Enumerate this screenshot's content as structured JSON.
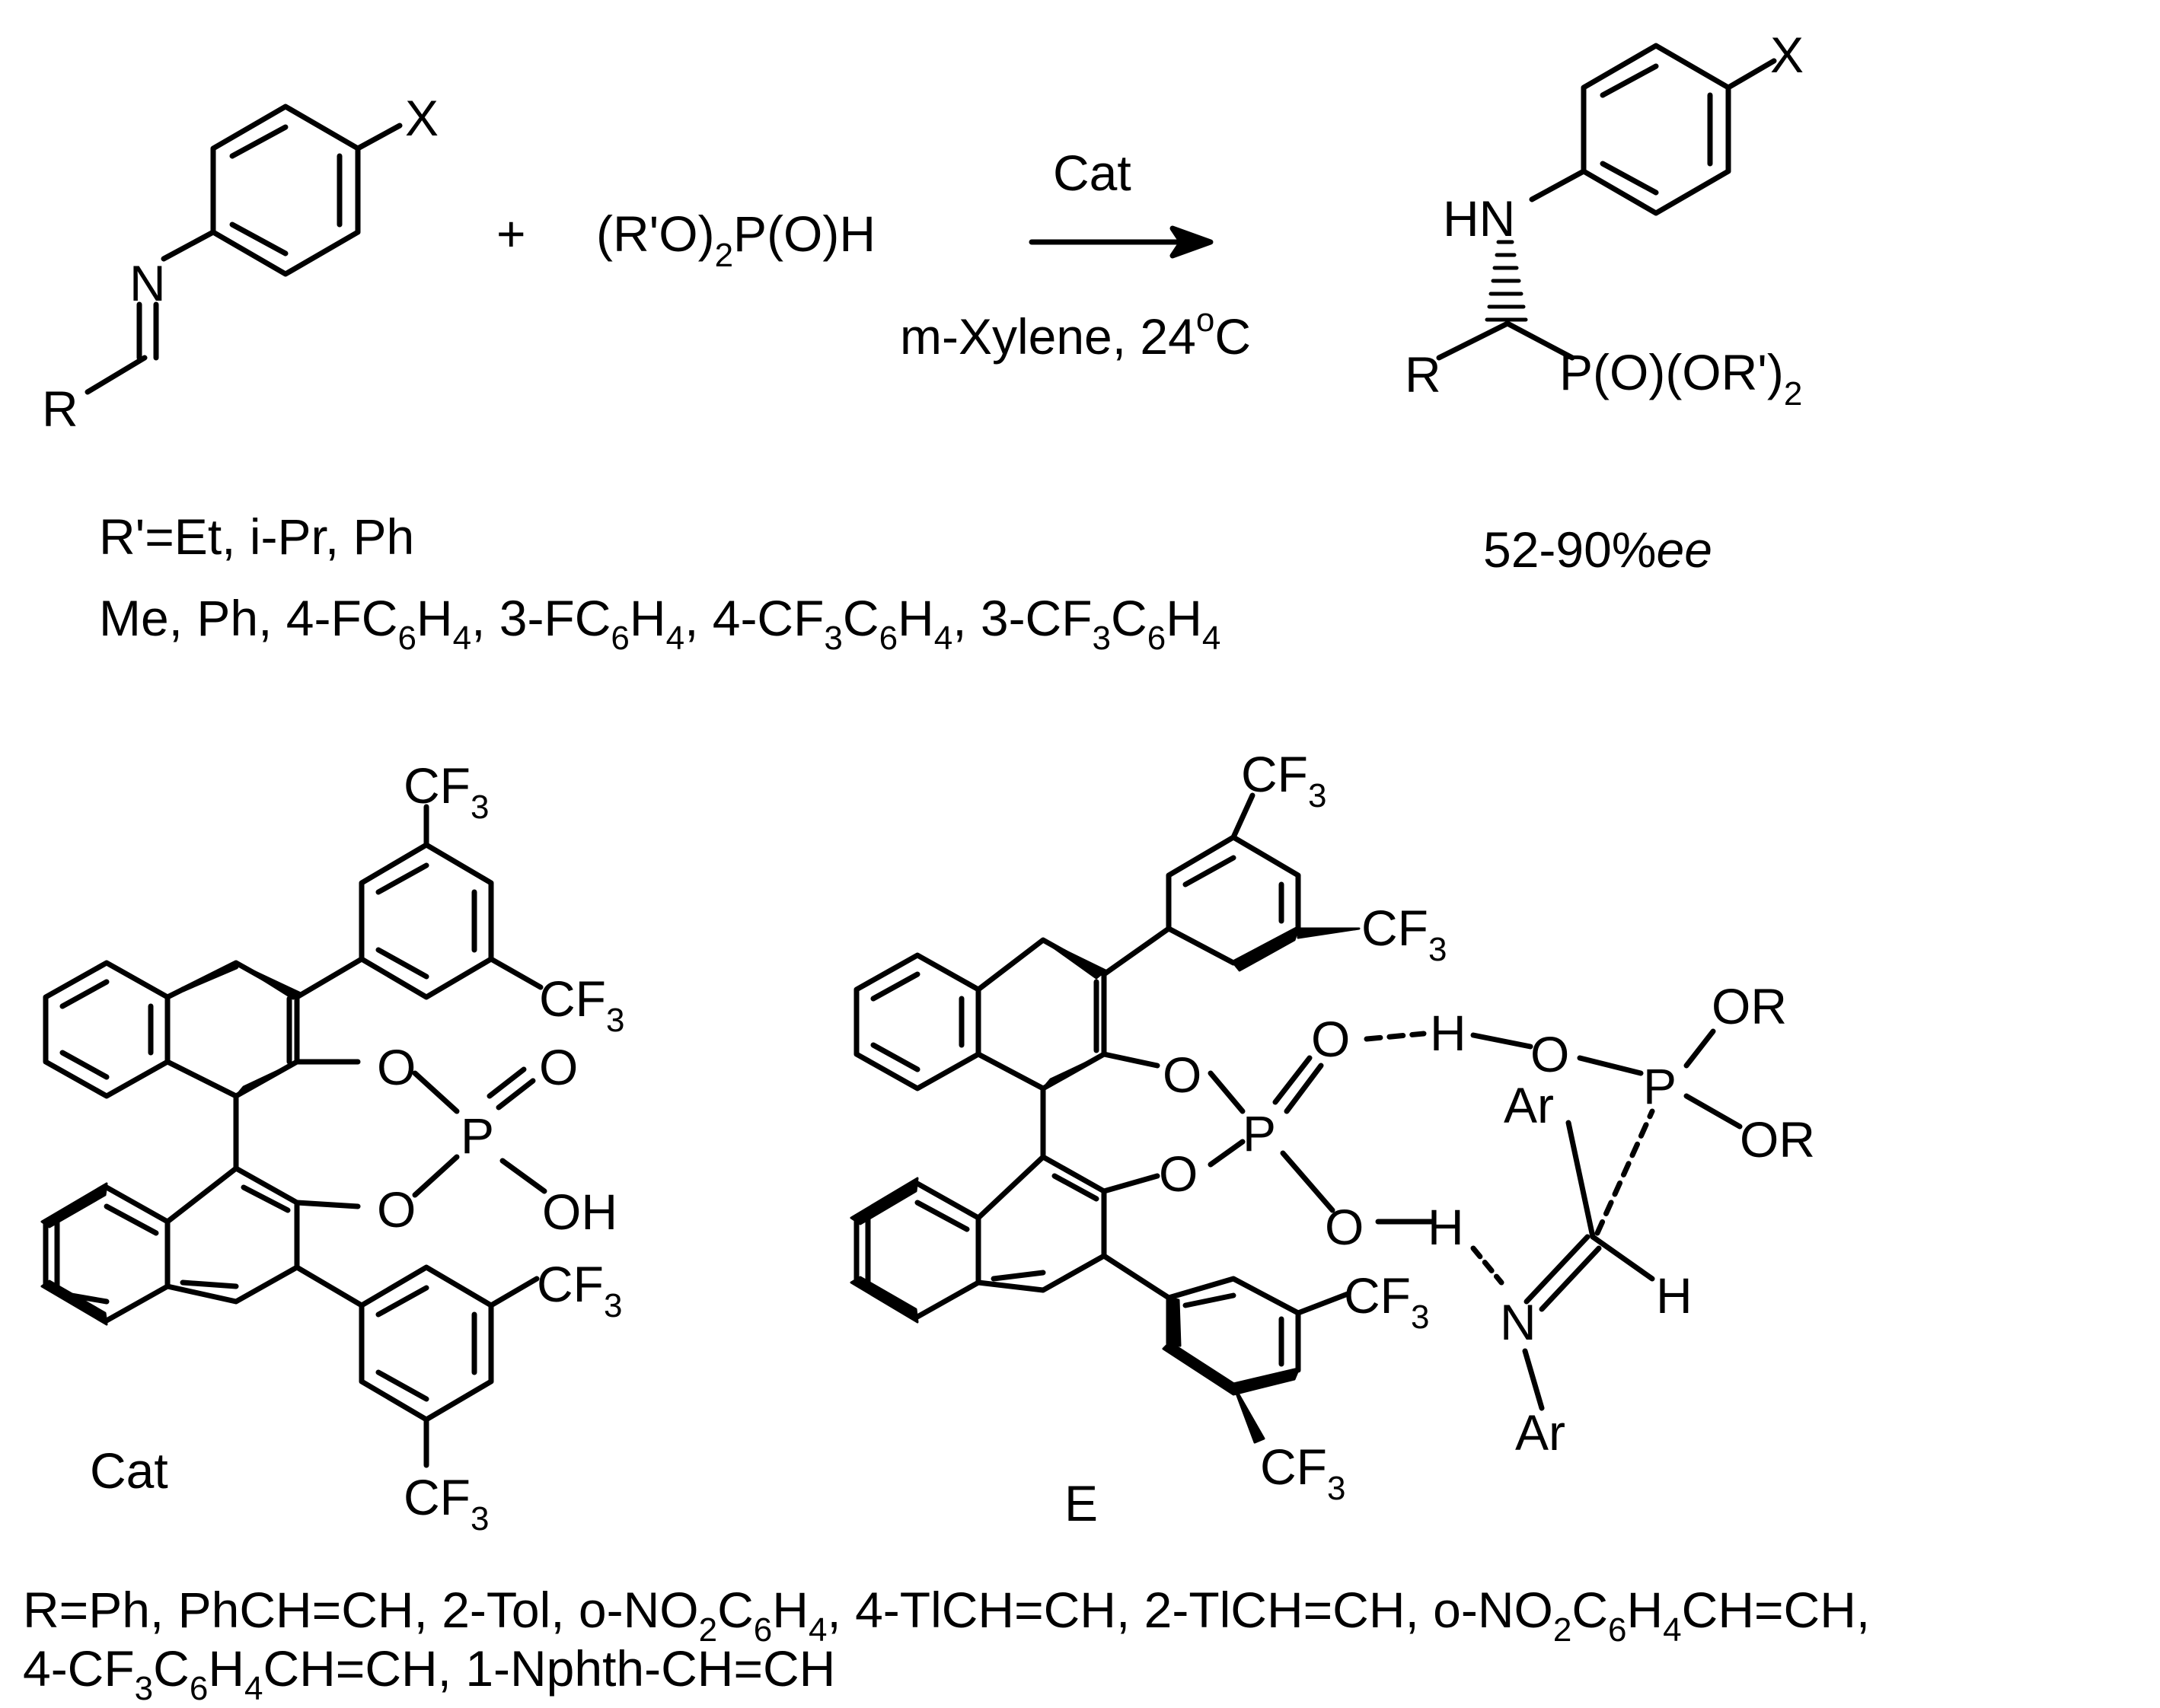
{
  "reaction": {
    "plus": "+",
    "phosphite": {
      "a": "(R'O)",
      "a_sub": "2",
      "b": "P(O)H"
    },
    "cat_label": "Cat",
    "conditions": {
      "a": "m-Xylene, 24",
      "sup": "o",
      "b": "C"
    },
    "ee": {
      "num": "52-90%",
      "unit": "ee"
    },
    "rprime_line": "R'=Et, i-Pr, Ph",
    "substituent_line": [
      {
        "t": "Me, Ph, 4-FC"
      },
      {
        "t": "6",
        "sub": true
      },
      {
        "t": "H"
      },
      {
        "t": "4",
        "sub": true
      },
      {
        "t": ", 3-FC"
      },
      {
        "t": "6",
        "sub": true
      },
      {
        "t": "H"
      },
      {
        "t": "4",
        "sub": true
      },
      {
        "t": ", 4-CF"
      },
      {
        "t": "3",
        "sub": true
      },
      {
        "t": "C"
      },
      {
        "t": "6",
        "sub": true
      },
      {
        "t": "H"
      },
      {
        "t": "4",
        "sub": true
      },
      {
        "t": ", 3-CF"
      },
      {
        "t": "3",
        "sub": true
      },
      {
        "t": "C"
      },
      {
        "t": "6",
        "sub": true
      },
      {
        "t": "H"
      },
      {
        "t": "4",
        "sub": true
      }
    ],
    "r_line1": [
      {
        "t": "R=Ph, PhCH=CH, 2-Tol, o-NO"
      },
      {
        "t": "2",
        "sub": true
      },
      {
        "t": "C"
      },
      {
        "t": "6",
        "sub": true
      },
      {
        "t": "H"
      },
      {
        "t": "4",
        "sub": true
      },
      {
        "t": ", 4-TlCH=CH, 2-TlCH=CH, o-NO"
      },
      {
        "t": "2",
        "sub": true
      },
      {
        "t": "C"
      },
      {
        "t": "6",
        "sub": true
      },
      {
        "t": "H"
      },
      {
        "t": "4",
        "sub": true
      },
      {
        "t": "CH=CH,"
      }
    ],
    "r_line2": [
      {
        "t": "4-CF"
      },
      {
        "t": "3",
        "sub": true
      },
      {
        "t": "C"
      },
      {
        "t": "6",
        "sub": true
      },
      {
        "t": "H"
      },
      {
        "t": "4",
        "sub": true
      },
      {
        "t": "CH=CH, 1-Nphth-CH=CH"
      }
    ]
  },
  "atoms": {
    "X": "X",
    "N": "N",
    "R": "R",
    "HN": "HN",
    "product_P": {
      "a": "P(O)(OR')",
      "a_sub": "2"
    },
    "CF": "CF",
    "three": "3",
    "O": "O",
    "P": "P",
    "OH": "OH",
    "H": "H",
    "OR": "OR",
    "Ar": "Ar"
  },
  "captions": {
    "cat": "Cat",
    "e": "E"
  }
}
